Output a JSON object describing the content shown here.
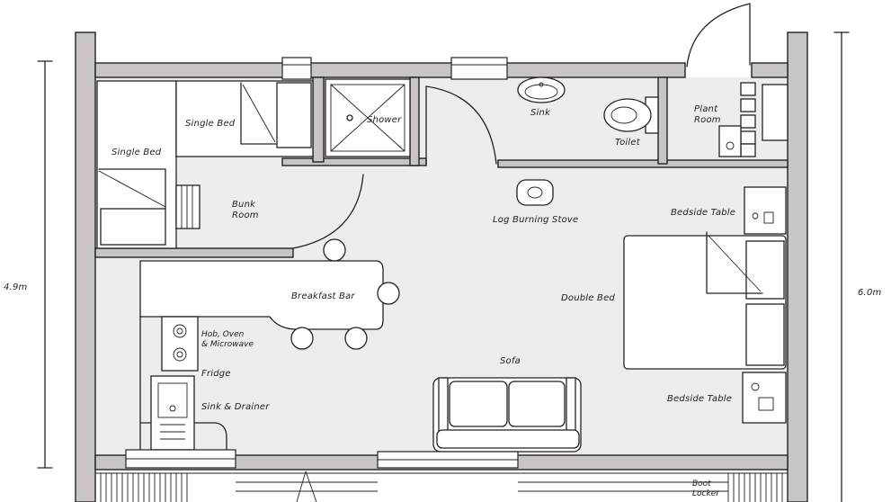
{
  "dimensions": {
    "left": "4.9m",
    "right": "6.0m"
  },
  "rooms": {
    "single_bed_top": "Single Bed",
    "single_bed_left": "Single Bed",
    "bunk_room": "Bunk\nRoom",
    "shower": "Shower",
    "sink": "Sink",
    "toilet": "Toilet",
    "plant_room": "Plant\nRoom",
    "log_burning_stove": "Log Burning Stove",
    "bedside_table_top": "Bedside Table",
    "breakfast_bar": "Breakfast Bar",
    "double_bed": "Double Bed",
    "hob_oven": "Hob, Oven\n& Microwave",
    "fridge": "Fridge",
    "sink_drainer": "Sink & Drainer",
    "sofa": "Sofa",
    "bedside_table_bottom": "Bedside Table",
    "boot_locker": "Boot\nLocker"
  }
}
